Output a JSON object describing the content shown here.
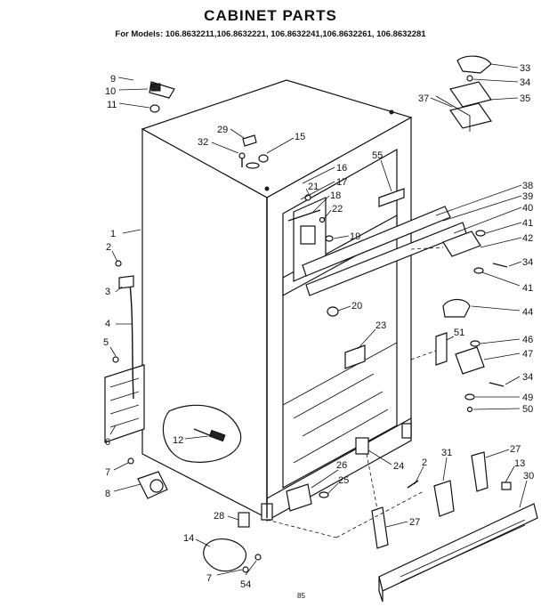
{
  "header": {
    "title": "CABINET PARTS",
    "subtitle": "For Models: 106.8632211,106.8632221, 106.8632241,106.8632261, 106.8632281"
  },
  "callouts": [
    {
      "id": "c9",
      "label": "9"
    },
    {
      "id": "c10",
      "label": "10"
    },
    {
      "id": "c11",
      "label": "11"
    },
    {
      "id": "c29",
      "label": "29"
    },
    {
      "id": "c32",
      "label": "32"
    },
    {
      "id": "c15",
      "label": "15"
    },
    {
      "id": "c55",
      "label": "55"
    },
    {
      "id": "c16",
      "label": "16"
    },
    {
      "id": "c17",
      "label": "17"
    },
    {
      "id": "c21",
      "label": "21"
    },
    {
      "id": "c18",
      "label": "18"
    },
    {
      "id": "c22",
      "label": "22"
    },
    {
      "id": "c19",
      "label": "19"
    },
    {
      "id": "c1",
      "label": "1"
    },
    {
      "id": "c2a",
      "label": "2"
    },
    {
      "id": "c3",
      "label": "3"
    },
    {
      "id": "c4",
      "label": "4"
    },
    {
      "id": "c5",
      "label": "5"
    },
    {
      "id": "c6",
      "label": "6"
    },
    {
      "id": "c12",
      "label": "12"
    },
    {
      "id": "c7a",
      "label": "7"
    },
    {
      "id": "c8",
      "label": "8"
    },
    {
      "id": "c20",
      "label": "20"
    },
    {
      "id": "c23",
      "label": "23"
    },
    {
      "id": "c24",
      "label": "24"
    },
    {
      "id": "c26",
      "label": "26"
    },
    {
      "id": "c25",
      "label": "25"
    },
    {
      "id": "c28",
      "label": "28"
    },
    {
      "id": "c14",
      "label": "14"
    },
    {
      "id": "c7b",
      "label": "7"
    },
    {
      "id": "c54",
      "label": "54"
    },
    {
      "id": "c2b",
      "label": "2"
    },
    {
      "id": "c31",
      "label": "31"
    },
    {
      "id": "c27a",
      "label": "27"
    },
    {
      "id": "c13",
      "label": "13"
    },
    {
      "id": "c30",
      "label": "30"
    },
    {
      "id": "c27b",
      "label": "27"
    },
    {
      "id": "c33",
      "label": "33"
    },
    {
      "id": "c34a",
      "label": "34"
    },
    {
      "id": "c35",
      "label": "35"
    },
    {
      "id": "c37",
      "label": "37"
    },
    {
      "id": "c38",
      "label": "38"
    },
    {
      "id": "c39",
      "label": "39"
    },
    {
      "id": "c40",
      "label": "40"
    },
    {
      "id": "c41a",
      "label": "41"
    },
    {
      "id": "c42",
      "label": "42"
    },
    {
      "id": "c34b",
      "label": "34"
    },
    {
      "id": "c41b",
      "label": "41"
    },
    {
      "id": "c44",
      "label": "44"
    },
    {
      "id": "c51",
      "label": "51"
    },
    {
      "id": "c46",
      "label": "46"
    },
    {
      "id": "c47",
      "label": "47"
    },
    {
      "id": "c34c",
      "label": "34"
    },
    {
      "id": "c49",
      "label": "49"
    },
    {
      "id": "c50",
      "label": "50"
    }
  ],
  "footer": {
    "page_mark": "85"
  }
}
